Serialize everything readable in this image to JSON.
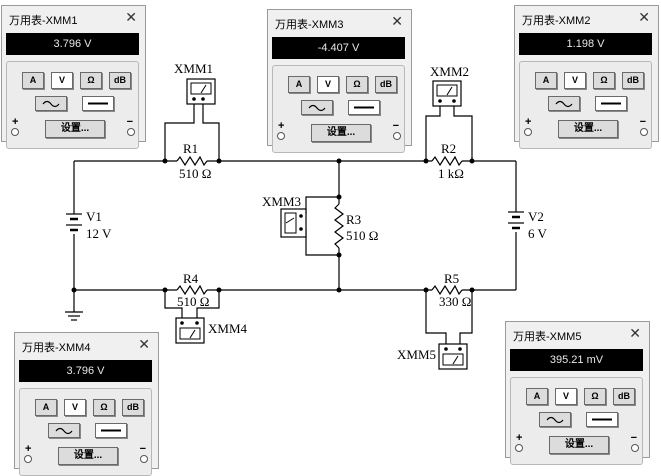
{
  "multimeters": [
    {
      "id": "xmm1",
      "title": "万用表-XMM1",
      "reading": "3.796 V",
      "mode": "V",
      "waveform": "dc"
    },
    {
      "id": "xmm3",
      "title": "万用表-XMM3",
      "reading": "-4.407 V",
      "mode": "V",
      "waveform": "dc"
    },
    {
      "id": "xmm2",
      "title": "万用表-XMM2",
      "reading": "1.198 V",
      "mode": "V",
      "waveform": "dc"
    },
    {
      "id": "xmm4",
      "title": "万用表-XMM4",
      "reading": "3.796 V",
      "mode": "V",
      "waveform": "dc"
    },
    {
      "id": "xmm5",
      "title": "万用表-XMM5",
      "reading": "395.21 mV",
      "mode": "V",
      "waveform": "dc"
    }
  ],
  "meter_buttons": {
    "a": "A",
    "v": "V",
    "ohm": "Ω",
    "db": "dB",
    "settings": "设置...",
    "plus": "+",
    "minus": "−",
    "close": "✕"
  },
  "circuit": {
    "instruments": {
      "xmm1": "XMM1",
      "xmm2": "XMM2",
      "xmm3": "XMM3",
      "xmm4": "XMM4",
      "xmm5": "XMM5"
    },
    "r1": {
      "name": "R1",
      "value": "510 Ω"
    },
    "r2": {
      "name": "R2",
      "value": "1 kΩ"
    },
    "r3": {
      "name": "R3",
      "value": "510 Ω"
    },
    "r4": {
      "name": "R4",
      "value": "510 Ω"
    },
    "r5": {
      "name": "R5",
      "value": "330 Ω"
    },
    "v1": {
      "name": "V1",
      "value": "12 V"
    },
    "v2": {
      "name": "V2",
      "value": "6 V"
    }
  }
}
